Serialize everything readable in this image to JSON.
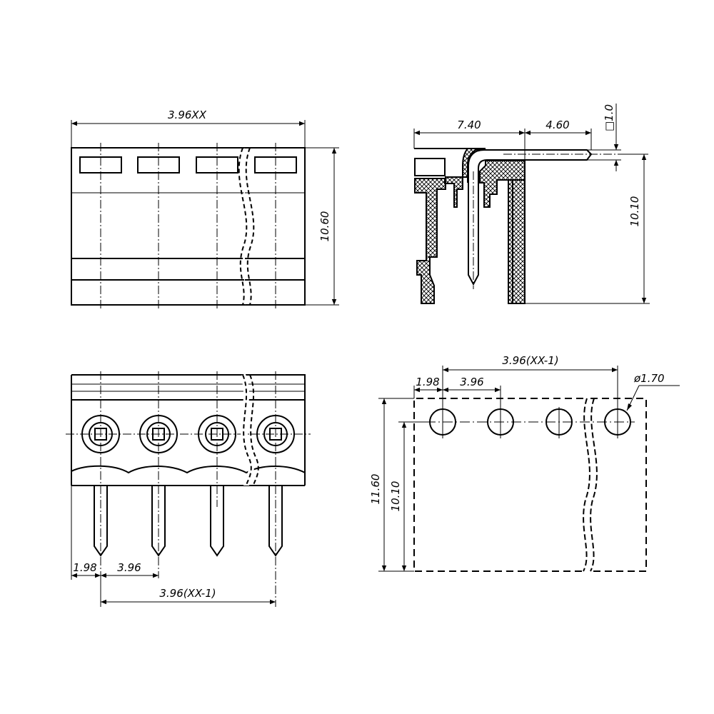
{
  "front_view": {
    "overall_width": "3.96XX",
    "overall_height": "10.60"
  },
  "side_view": {
    "depth": "7.40",
    "pin_length": "4.60",
    "pin_size": "□1.0",
    "height": "10.10"
  },
  "pin_view": {
    "first_pitch": "1.98",
    "pitch": "3.96",
    "total_span": "3.96(XX-1)"
  },
  "pcb_view": {
    "first_pitch": "1.98",
    "pitch": "3.96",
    "total_span": "3.96(XX-1)",
    "hole_diameter": "ø1.70",
    "outline_height": "11.60",
    "hole_to_edge": "10.10"
  }
}
